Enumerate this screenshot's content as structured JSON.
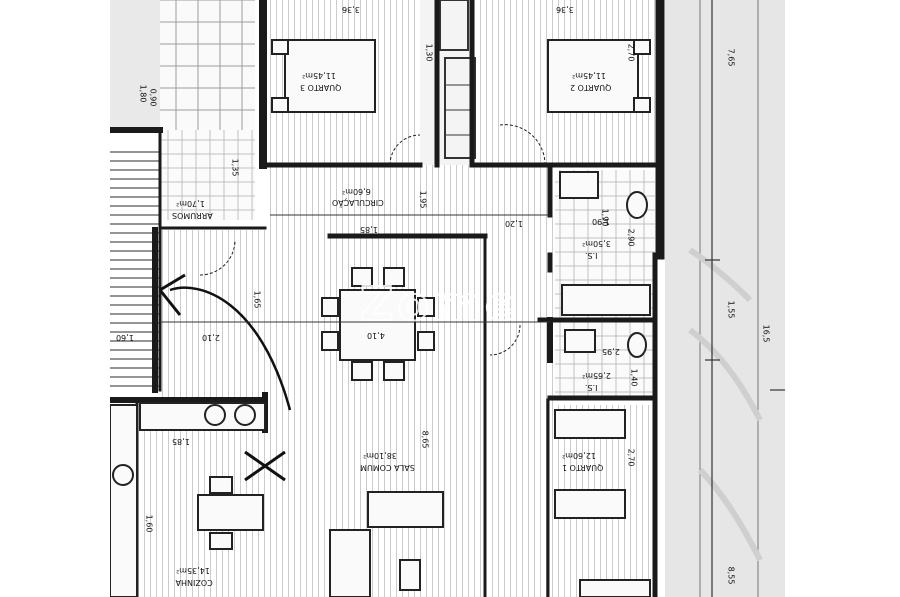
{
  "rooms": {
    "quarto3": {
      "name": "QUARTO 3",
      "area": "11,45m²"
    },
    "quarto2": {
      "name": "QUARTO 2",
      "area": "11,45m²"
    },
    "quarto1": {
      "name": "QUARTO 1",
      "area": "12,60m²"
    },
    "circulacao": {
      "name": "CIRCULAÇÃO",
      "area": "6,60m²"
    },
    "sala": {
      "name": "SALA COMUM",
      "area": "38,10m²"
    },
    "arrumos": {
      "name": "ARRUMOS",
      "area": "1,70m²"
    },
    "ib1": {
      "name": "I.S.",
      "area": "3,50m²"
    },
    "ib2": {
      "name": "I.S.",
      "area": "2,65m²"
    },
    "cozinha": {
      "name": "COZINHA",
      "area": "14,35m²"
    }
  },
  "dimensions": {
    "d1": "3,36",
    "d2": "3,36",
    "d3": "1,30",
    "d4": "2,70",
    "d5": "1,95",
    "d6": "1,20",
    "d7": "1,85",
    "d8": "2,90",
    "d9": "1,90",
    "d10": "1,35",
    "d11": "1,80",
    "d12": "4,10",
    "d13": "2,10",
    "d14": "1,65",
    "d15": "1,60",
    "d16": "8,65",
    "d17": "2,70",
    "d18": "1,85",
    "d19": "1,40",
    "d20": "1,60",
    "d21": "1,90",
    "d22": "2,95",
    "ext1": "7,65",
    "ext2": "1,55",
    "ext3": "16,5",
    "ext4": "8,55",
    "ext5": "0,90"
  },
  "watermark": "Zome",
  "colors": {
    "wall": "#1a1a1a",
    "floor_hatch": "#9a9a9a",
    "tile": "#bdbdbd",
    "outside": "#e8e8e8"
  }
}
